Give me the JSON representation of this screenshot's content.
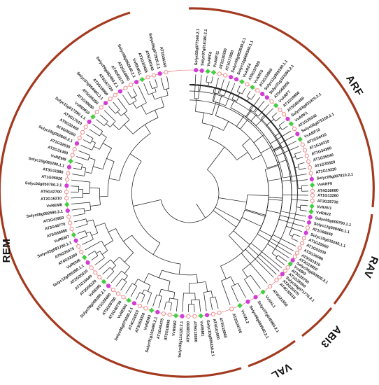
{
  "figure": {
    "clades": [
      {
        "name": "ARF"
      },
      {
        "name": "RAV"
      },
      {
        "name": "ABI3"
      },
      {
        "name": "VAL"
      },
      {
        "name": "REM"
      }
    ],
    "legend_colors": {
      "solyc": "#d23bd6",
      "arabidopsis": "#f08a8a",
      "vitis": "#3fcf3f",
      "clade_arc": "#a33a1f"
    },
    "leaf_groups": [
      {
        "clade": "ARF",
        "labels": [
          "Solyc02g077560.2.1",
          "Solyc07g016180.2.1",
          "VvARF6",
          "VvARF11",
          "AT1G30330",
          "AT1G77850",
          "Solyc08g082630.2.1",
          "Solyc12g006340.1.1",
          "VvARF4",
          "AT5G37020",
          "VvARF5",
          "AT2G33860",
          "Solyc11g069190.1.1",
          "Solyc01g103050.2.1",
          "AT5G62000",
          "VvARF7",
          "AT1G19850",
          "AT5G60450",
          "Solyc03g031970.2.1",
          "VvARF1",
          "AT1G35240",
          "Solyc06g075150.2.1",
          "VvARF10",
          "AT1G34410",
          "AT1G34310",
          "AT1G34390",
          "AT1G35540",
          "AT1G35520",
          "AT1G19220",
          "Solyc09g007810.2.1",
          "VvARF9",
          "AT4G30080"
        ]
      },
      {
        "clade": "RAV",
        "labels": [
          "AT1G13260",
          "AT3G25730",
          "VvRAV1",
          "VvRAV2",
          "Solyc05g009790.1.1",
          "Solyc12g008460.1.1",
          "AT1G68840",
          "Solyc10g010240.1.1",
          "AT1G25560",
          "AT1G01030",
          "AT2G36080",
          "AT3G61970"
        ]
      },
      {
        "clade": "ABI3",
        "labels": [
          "AT3G24650",
          "Solyc06g083600.2.1",
          "VvABI3",
          "AT3G26790",
          "AT1G28300",
          "Solyc04g071770.2.1",
          "AT2G30470"
        ]
      },
      {
        "clade": "VAL",
        "labels": [
          "AT4G32010",
          "AT4G21550",
          "VvVAL1",
          "Solyc07g045960.2.1",
          "Solyc06g069540.2.1",
          "VvVAL2",
          "AT2G24700"
        ]
      },
      {
        "clade": "REM",
        "labels": [
          "AT3G18960",
          "AT4G01500",
          "Solyc10g006450.2.1",
          "VvREM1",
          "AT5G18000",
          "AT5G18090",
          "Solyc03g114120.2.1",
          "VvREM2",
          "AT3G18990",
          "AT1G49475",
          "Solyc01g103490.2.1",
          "VvREM3",
          "AT3G53310",
          "AT4G31610",
          "Solyc06g075200.2.1",
          "VvREM4",
          "AT2G46730",
          "AT5G09780",
          "AT1G26680",
          "Solyc09g008380.2.1",
          "VvREM5",
          "AT3G06220",
          "AT1G16640",
          "AT2G35310",
          "Solyc12g005380.1.1",
          "VvREM6",
          "AT4G33280",
          "AT5G25475",
          "Solyc02g081780.1.1",
          "VvREM7",
          "AT5G66980",
          "AT3G46770",
          "AT1G43950",
          "Solyc08g082590.2.1",
          "VvREM8",
          "AT2G16210",
          "AT5G42700",
          "Solyc04g050700.2.1",
          "AT1G05920",
          "AT3G11580",
          "Solyc10g083290.1.1",
          "VvREM9",
          "AT2G31460",
          "AT1G32030",
          "Solyc05g052840.2.1",
          "AT4G00260",
          "AT5G32460",
          "AT3G17010",
          "Solyc11g017290.1.1",
          "VvREM10",
          "AT1G50680",
          "AT5G06250",
          "Solyc07g054460.2.1",
          "AT3G18960",
          "AT5G57720",
          "Solyc09g082480.2.1",
          "AT4G03170",
          "AT2G24650",
          "Solyc08g062840.2.1",
          "VvREM11",
          "AT1G10455",
          "AT5G60140",
          "Solyc06g072920.2.1",
          "AT3G06160"
        ]
      }
    ]
  }
}
